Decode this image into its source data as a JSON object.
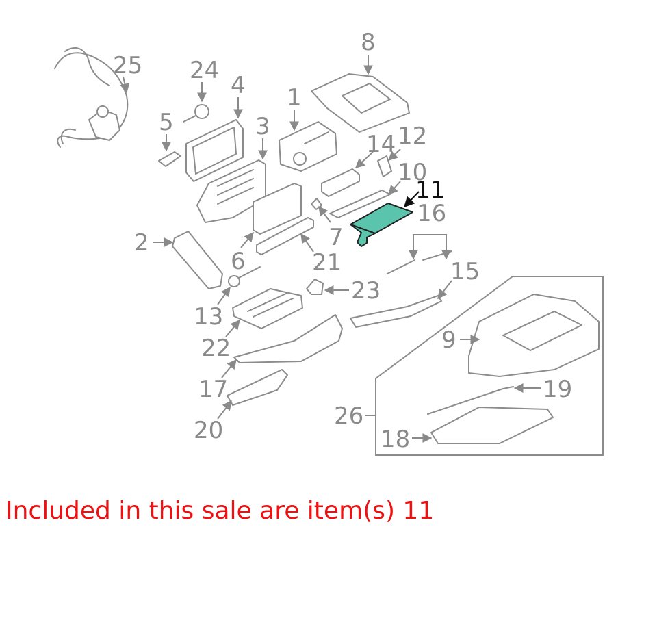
{
  "diagram": {
    "highlight_color": "#5bc4ad",
    "callouts": {
      "p1": "1",
      "p2": "2",
      "p3": "3",
      "p4": "4",
      "p5": "5",
      "p6": "6",
      "p7": "7",
      "p8": "8",
      "p9": "9",
      "p10": "10",
      "p11": "11",
      "p12": "12",
      "p13": "13",
      "p14": "14",
      "p15": "15",
      "p16": "16",
      "p17": "17",
      "p18": "18",
      "p19": "19",
      "p20": "20",
      "p21": "21",
      "p22": "22",
      "p23": "23",
      "p24": "24",
      "p25": "25",
      "p26": "26"
    }
  },
  "note": {
    "text": "Included in this sale are item(s) 11",
    "color": "#ee1111"
  }
}
